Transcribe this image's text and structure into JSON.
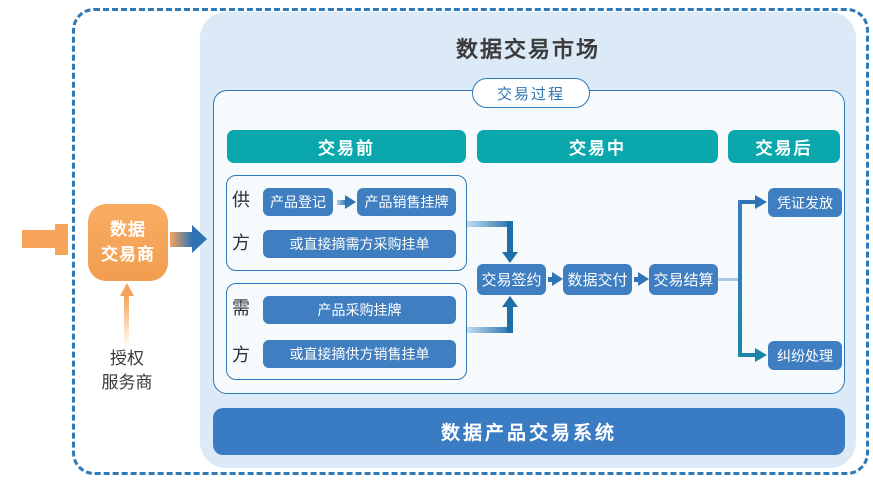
{
  "colors": {
    "border_blue": "#2e79b8",
    "panel_bg": "#dceaf8",
    "teal": "#0aa7ac",
    "node_blue": "#3e7ec1",
    "system_bar_blue": "#3a7cc3",
    "connector_steel": "#1d6fa8",
    "connector_teal": "#1b84a8",
    "orange": "#f6a45b"
  },
  "left": {
    "trader_box": {
      "line1": "数据",
      "line2": "交易商"
    },
    "authorized": {
      "line1": "授权",
      "line2": "服务商"
    }
  },
  "market": {
    "title": "数据交易市场",
    "process_label": "交易过程",
    "phases": [
      {
        "label": "交易前"
      },
      {
        "label": "交易中"
      },
      {
        "label": "交易后"
      }
    ],
    "supplier": {
      "label_chars": [
        "供",
        "方"
      ],
      "register": "产品登记",
      "sale_listing": "产品销售挂牌",
      "direct": "或直接摘需方采购挂单"
    },
    "demander": {
      "label_chars": [
        "需",
        "方"
      ],
      "purchase_listing": "产品采购挂牌",
      "direct": "或直接摘供方销售挂单"
    },
    "flow": [
      "交易签约",
      "数据交付",
      "交易结算"
    ],
    "outcomes": {
      "voucher": "凭证发放",
      "dispute": "纠纷处理"
    },
    "system_bar": "数据产品交易系统"
  }
}
